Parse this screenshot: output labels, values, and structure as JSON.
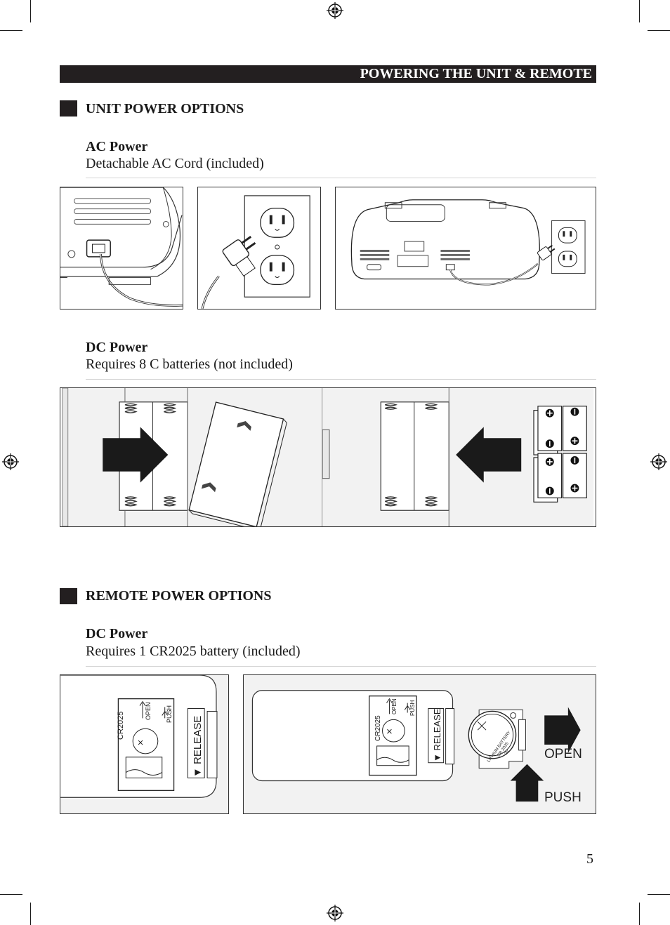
{
  "header": {
    "title": "POWERING THE UNIT & REMOTE"
  },
  "unit_section": {
    "title": "UNIT POWER OPTIONS",
    "ac": {
      "title": "AC Power",
      "description": "Detachable AC Cord (included)"
    },
    "dc": {
      "title": "DC Power",
      "description": "Requires 8 C batteries (not included)"
    }
  },
  "remote_section": {
    "title": "REMOTE POWER OPTIONS",
    "dc": {
      "title": "DC Power",
      "description": "Requires 1 CR2025 battery (included)"
    }
  },
  "illustration_labels": {
    "battery_model": "CR2025",
    "open": "OPEN",
    "push": "PUSH",
    "release": "RELEASE",
    "release_arrow": "▼",
    "open_large": "OPEN",
    "push_large": "PUSH",
    "lithium_battery": "LITHIUM BATTERY",
    "battery_code": "CR 2025",
    "voltage": "3V",
    "door_open": "OPEN"
  },
  "page": {
    "number": "5"
  }
}
